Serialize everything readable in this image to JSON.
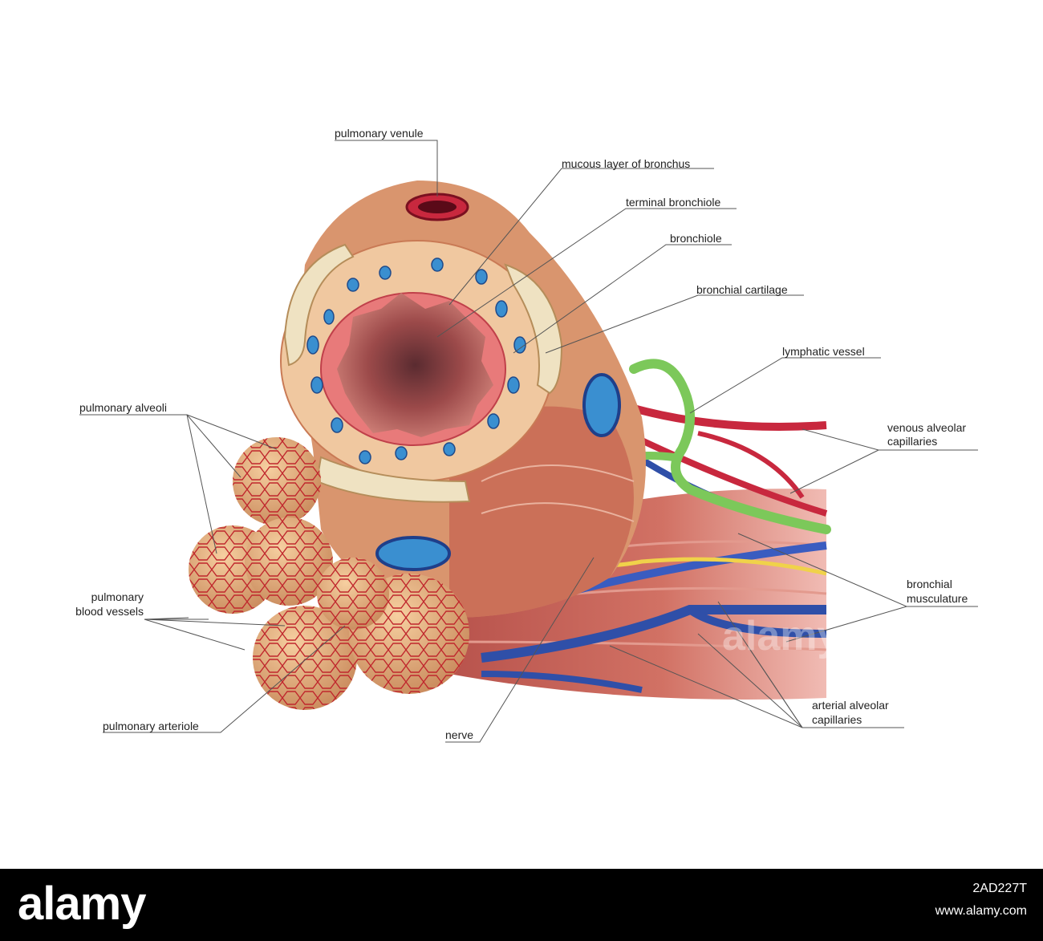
{
  "labels": {
    "pulmonary_venule": "pulmonary venule",
    "mucous_layer": "mucous layer of bronchus",
    "terminal_bronchiole": "terminal bronchiole",
    "bronchiole": "bronchiole",
    "bronchial_cartilage": "bronchial cartilage",
    "lymphatic_vessel": "lymphatic vessel",
    "venous_capillaries_1": "venous alveolar",
    "venous_capillaries_2": "capillaries",
    "bronchial_musculature_1": "bronchial",
    "bronchial_musculature_2": "musculature",
    "arterial_capillaries_1": "arterial alveolar",
    "arterial_capillaries_2": "capillaries",
    "nerve": "nerve",
    "pulmonary_arteriole": "pulmonary arteriole",
    "pulmonary_blood_vessels_1": "pulmonary",
    "pulmonary_blood_vessels_2": "blood vessels",
    "pulmonary_alveoli": "pulmonary alveoli"
  },
  "footer": {
    "brand": "alamy",
    "stock_id": "2AD227T",
    "url": "www.alamy.com"
  },
  "watermark": "alamy",
  "colors": {
    "footer_bg": "#000000",
    "artery": "#2f4fa8",
    "vein": "#c8283e",
    "lymph": "#7cc85a",
    "nerve": "#f0d24a",
    "cartilage": "#efe2c2",
    "tissue": "#d9956e"
  }
}
